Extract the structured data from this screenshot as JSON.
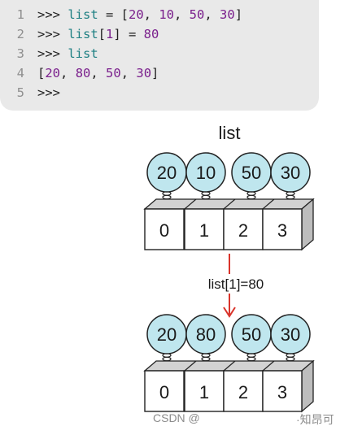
{
  "code": {
    "lines": [
      {
        "n": "1",
        "parts": [
          [
            "p",
            ">>> "
          ],
          [
            "v",
            "list"
          ],
          [
            "p",
            " = ["
          ],
          [
            "n",
            "20"
          ],
          [
            "p",
            ", "
          ],
          [
            "n",
            "10"
          ],
          [
            "p",
            ", "
          ],
          [
            "n",
            "50"
          ],
          [
            "p",
            ", "
          ],
          [
            "n",
            "30"
          ],
          [
            "p",
            "]"
          ]
        ]
      },
      {
        "n": "2",
        "parts": [
          [
            "p",
            ">>> "
          ],
          [
            "v",
            "list"
          ],
          [
            "p",
            "["
          ],
          [
            "n",
            "1"
          ],
          [
            "p",
            "] = "
          ],
          [
            "n",
            "80"
          ]
        ]
      },
      {
        "n": "3",
        "parts": [
          [
            "p",
            ">>> "
          ],
          [
            "v",
            "list"
          ]
        ]
      },
      {
        "n": "4",
        "parts": [
          [
            "p",
            "["
          ],
          [
            "n",
            "20"
          ],
          [
            "p",
            ", "
          ],
          [
            "n",
            "80"
          ],
          [
            "p",
            ", "
          ],
          [
            "n",
            "50"
          ],
          [
            "p",
            ", "
          ],
          [
            "n",
            "30"
          ],
          [
            "p",
            "]"
          ]
        ]
      },
      {
        "n": "5",
        "parts": [
          [
            "p",
            ">>>"
          ]
        ]
      }
    ]
  },
  "diagram": {
    "title": "list",
    "before": {
      "values": [
        "20",
        "10",
        "50",
        "30"
      ],
      "indices": [
        "0",
        "1",
        "2",
        "3"
      ]
    },
    "operation": "list[1]=80",
    "after": {
      "values": [
        "20",
        "80",
        "50",
        "30"
      ],
      "indices": [
        "0",
        "1",
        "2",
        "3"
      ]
    },
    "colors": {
      "bubble": "#bfe6ee",
      "arrow": "#d9342b",
      "box_side": "#bdbdbd",
      "box_top": "#d2d2d2"
    }
  },
  "footer": {
    "left": "CSDN @",
    "right": "·知昂可"
  }
}
